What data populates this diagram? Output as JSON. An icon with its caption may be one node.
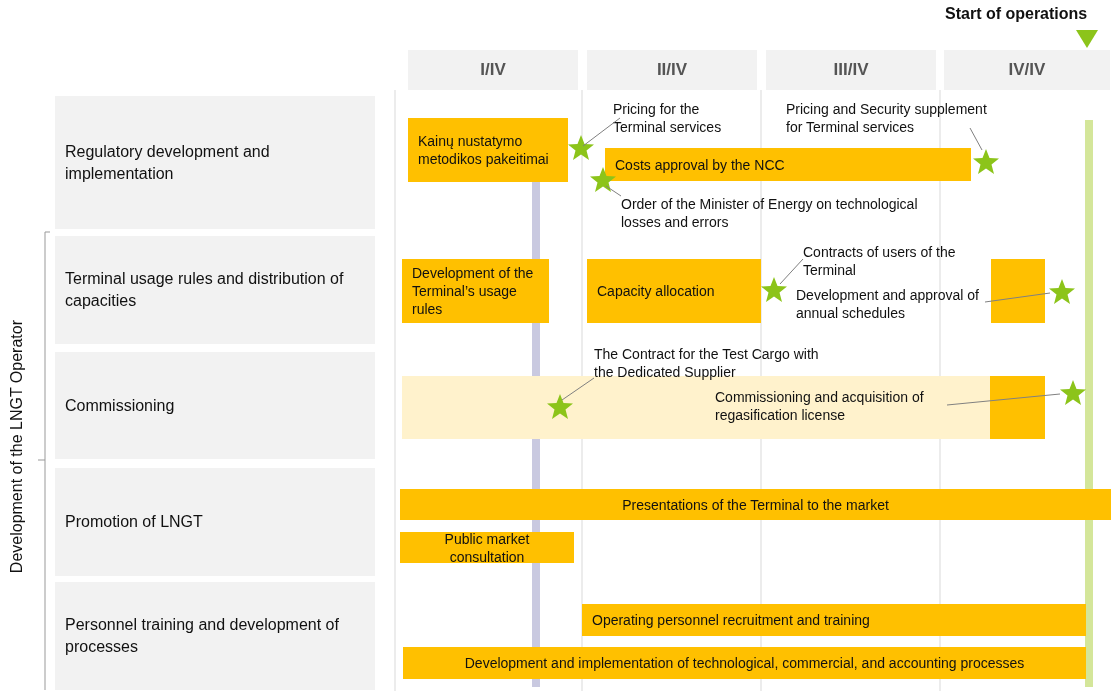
{
  "diagram": {
    "nodes": [
      {
        "text": [
          "Regulatory development and implementation"
        ]
      },
      {
        "text": [
          "Terminal usage rules and distribution of capacities"
        ]
      },
      {
        "text": [
          "Commissioning"
        ]
      },
      {
        "text": [
          "Promotion of LNGT"
        ]
      },
      {
        "text": [
          "Personnel training and development of processes"
        ]
      },
      {
        "text": [
          "I/IV"
        ]
      },
      {
        "text": [
          "II/IV"
        ]
      },
      {
        "text": [
          "III/IV"
        ]
      },
      {
        "text": [
          "IV/IV"
        ]
      },
      {
        "text": [
          "Kainų nustatymo metodikos pakeitimai"
        ]
      },
      {
        "text": [
          "Costs approval by the NCC"
        ]
      },
      {
        "text": [
          "Development of the Terminal’s usage rules"
        ]
      },
      {
        "text": [
          "Capacity allocation"
        ]
      },
      {
        "text": [],
        "shape": "bar"
      },
      {
        "text": [],
        "shape": "bar"
      },
      {
        "text": [],
        "shape": "bar",
        "in": 14
      },
      {
        "text": [
          "Presentations of the Terminal to the market"
        ]
      },
      {
        "text": [
          "Public market consultation"
        ]
      },
      {
        "text": [
          "Operating personnel recruitment and training"
        ]
      },
      {
        "text": [
          "Development and implementation of technological, commercial, and accounting processes"
        ]
      },
      {
        "text": [
          "Pricing for the Terminal services"
        ]
      },
      {
        "text": [],
        "shape": "star"
      },
      {
        "text": [
          "Pricing and Security supplement for Terminal services"
        ]
      },
      {
        "text": [],
        "shape": "star"
      },
      {
        "text": [
          "Order of the Minister of Energy on technological losses and errors"
        ]
      },
      {
        "text": [],
        "shape": "star"
      },
      {
        "text": [
          "Contracts of users of the Terminal"
        ]
      },
      {
        "text": [],
        "shape": "star"
      },
      {
        "text": [
          "Development and approval of annual schedules"
        ]
      },
      {
        "text": [],
        "shape": "star"
      },
      {
        "text": [
          "The Contract for the Test Cargo with the Dedicated Supplier"
        ]
      },
      {
        "text": [],
        "shape": "star",
        "in": 14
      },
      {
        "text": [
          "Commissioning and acquisition of regasification license"
        ],
        "in": 14
      },
      {
        "text": [],
        "shape": "star"
      }
    ],
    "edges": [
      {
        "from": 20,
        "to": 21,
        "arrow": "none"
      },
      {
        "from": 22,
        "to": 23,
        "arrow": "none"
      },
      {
        "from": 24,
        "to": 25,
        "arrow": "none"
      },
      {
        "from": 26,
        "to": 27,
        "arrow": "none"
      },
      {
        "from": 28,
        "to": 29,
        "arrow": "none"
      },
      {
        "from": 30,
        "to": 31,
        "arrow": "none"
      },
      {
        "from": 32,
        "to": 33,
        "arrow": "none"
      }
    ],
    "labels": [
      "Start of operations",
      "Development of the LNGT Operator"
    ]
  }
}
